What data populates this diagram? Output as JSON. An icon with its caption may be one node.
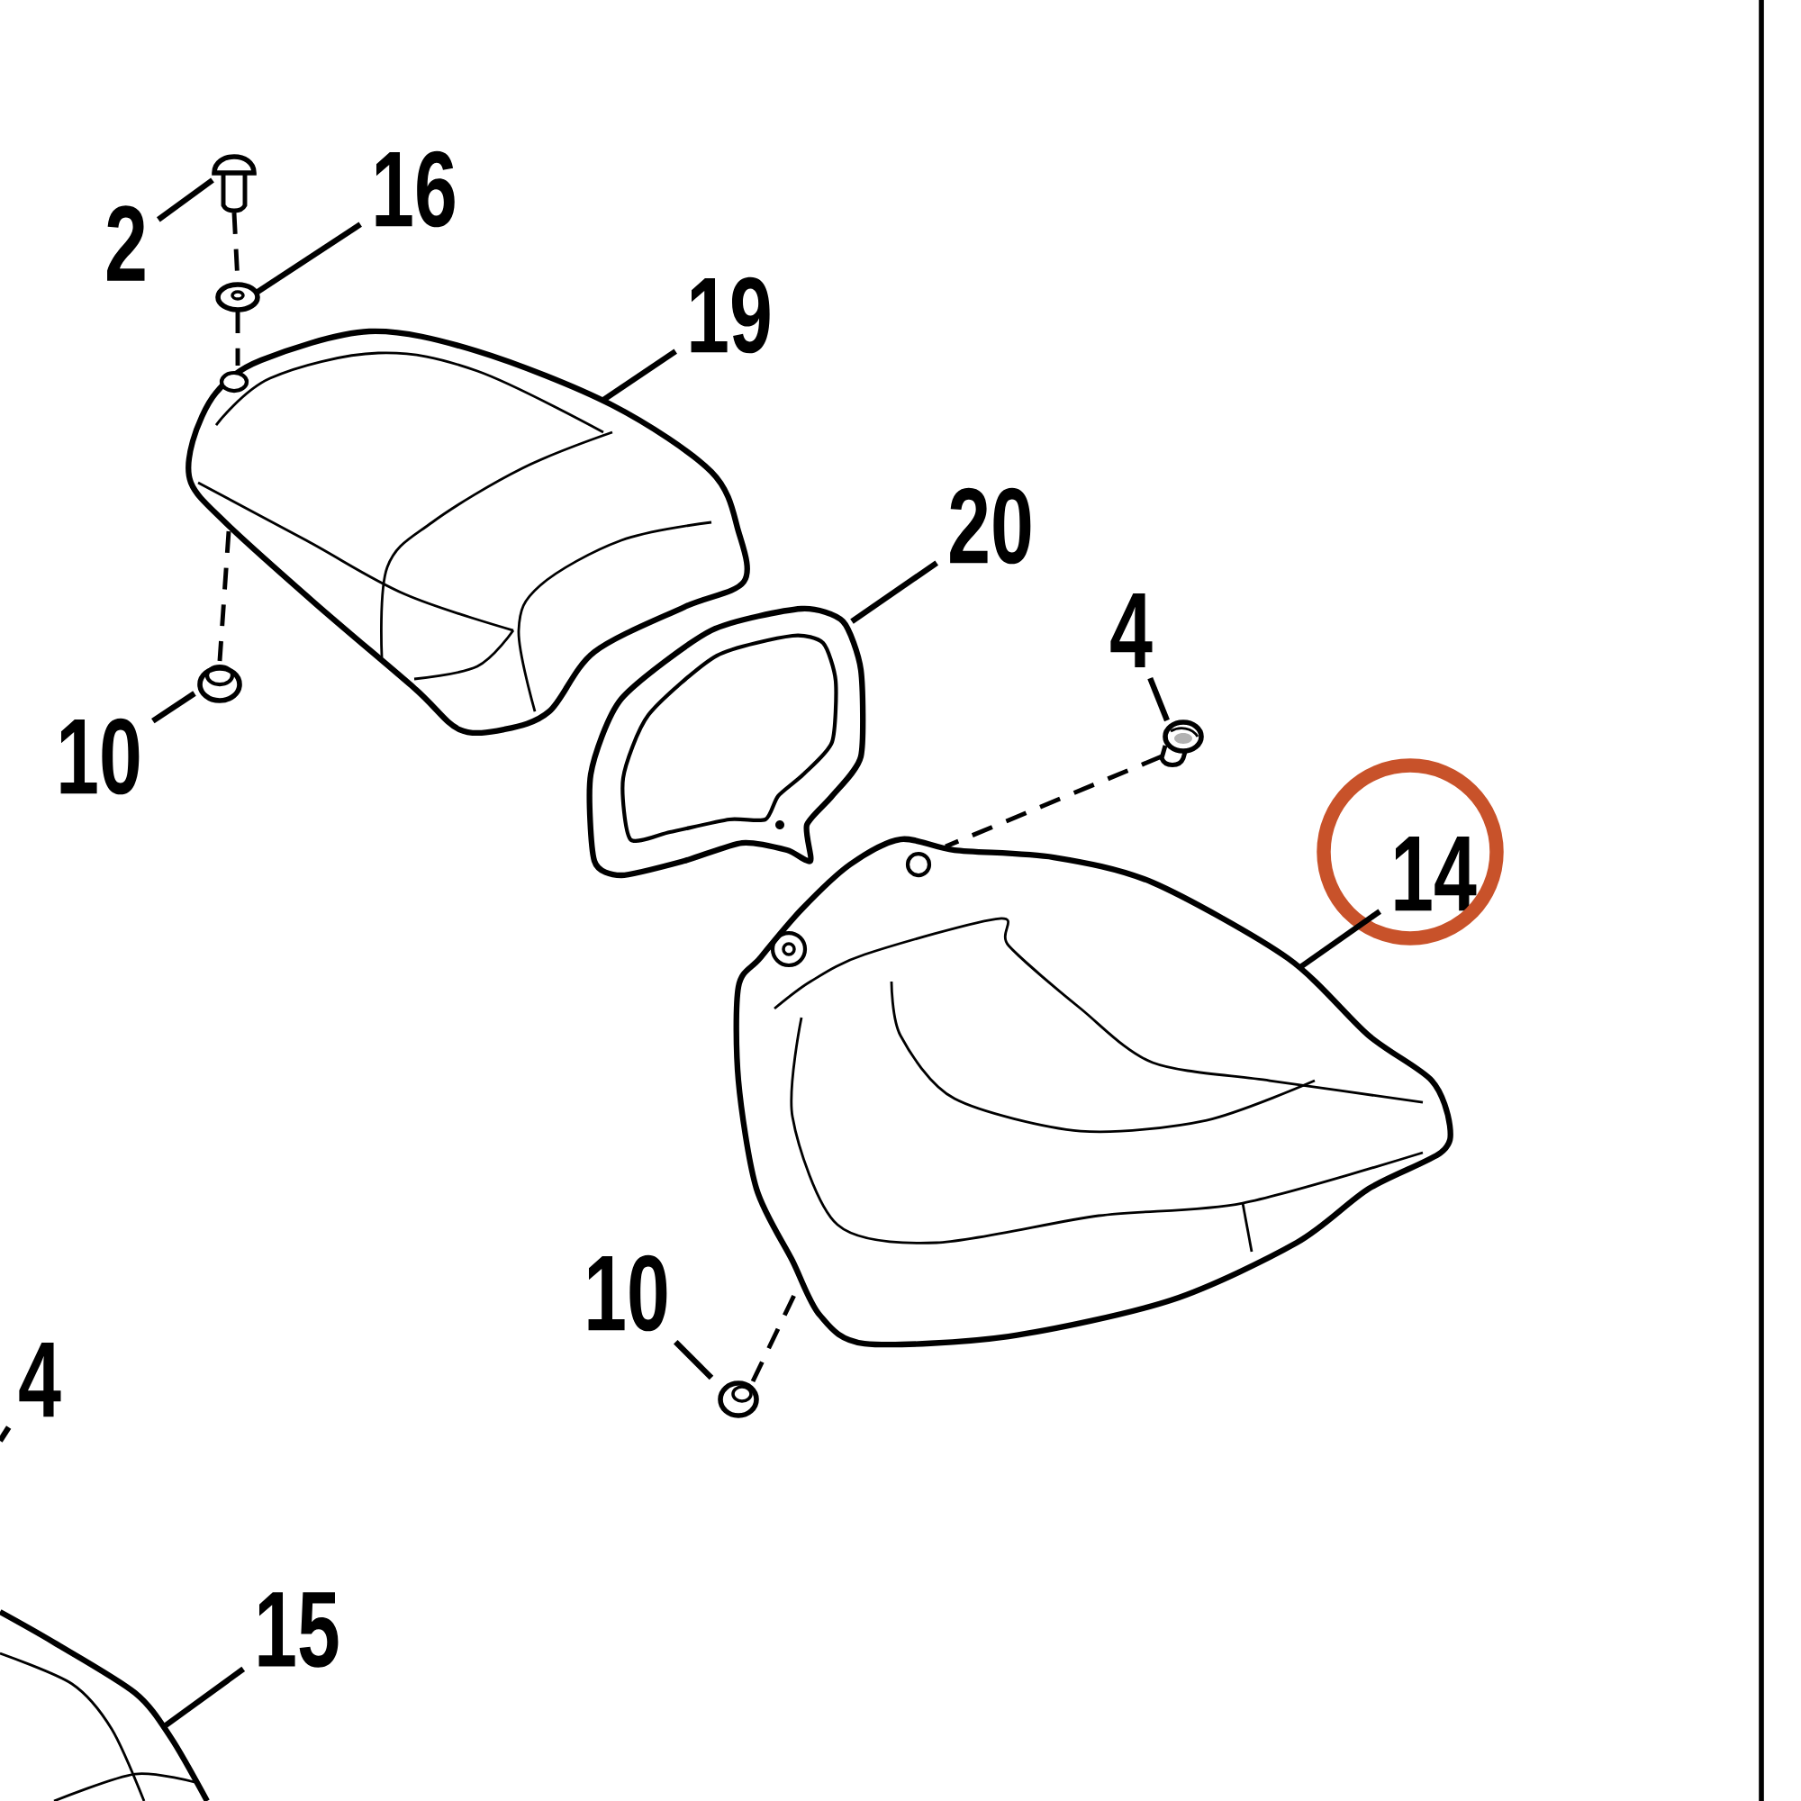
{
  "diagram": {
    "nodes": [
      {
        "text": [
          "2"
        ]
      },
      {
        "text": [
          "16"
        ]
      },
      {
        "text": [
          "19"
        ]
      },
      {
        "text": [
          "20"
        ]
      },
      {
        "text": [
          "4"
        ]
      },
      {
        "text": [
          "14"
        ]
      },
      {
        "text": [
          "10"
        ]
      },
      {
        "text": [
          "10"
        ]
      },
      {
        "text": [
          "4"
        ]
      },
      {
        "text": [
          "15"
        ]
      },
      {
        "text": [],
        "shape": "picture"
      },
      {
        "text": [],
        "shape": "picture"
      },
      {
        "text": [],
        "shape": "picture"
      },
      {
        "text": [],
        "shape": "picture"
      },
      {
        "text": [],
        "shape": "picture"
      },
      {
        "text": [],
        "shape": "picture"
      },
      {
        "text": [],
        "shape": "picture"
      },
      {
        "text": [],
        "shape": "picture"
      },
      {
        "text": [],
        "shape": "picture"
      }
    ],
    "edges": [
      {
        "from": 0,
        "to": 10,
        "arrow": "none"
      },
      {
        "from": 1,
        "to": 11,
        "arrow": "none"
      },
      {
        "from": 2,
        "to": 12,
        "arrow": "none"
      },
      {
        "from": 3,
        "to": 14,
        "arrow": "none"
      },
      {
        "from": 4,
        "to": 15,
        "arrow": "none"
      },
      {
        "from": 5,
        "to": 16,
        "arrow": "none"
      },
      {
        "from": 6,
        "to": 13,
        "arrow": "none"
      },
      {
        "from": 7,
        "to": 17,
        "arrow": "none"
      },
      {
        "from": 8,
        "to": null,
        "arrow": "none"
      },
      {
        "from": 9,
        "to": 18,
        "arrow": "none"
      },
      {
        "from": 10,
        "to": 11,
        "arrow": "none",
        "style": "dashed"
      },
      {
        "from": 11,
        "to": 12,
        "arrow": "none",
        "style": "dashed"
      },
      {
        "from": 12,
        "to": 13,
        "arrow": "none",
        "style": "dashed"
      },
      {
        "from": 15,
        "to": 16,
        "arrow": "none",
        "style": "dashed"
      },
      {
        "from": 17,
        "to": 16,
        "arrow": "none",
        "style": "dashed"
      }
    ]
  }
}
